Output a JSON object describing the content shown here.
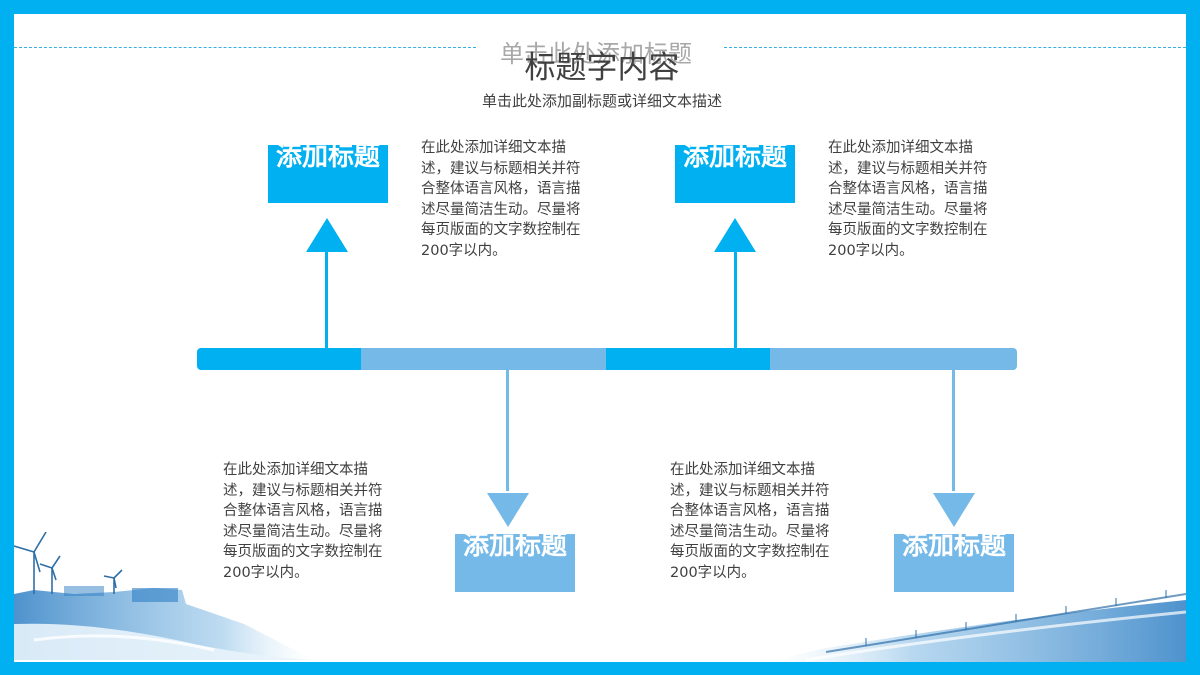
{
  "header": {
    "ghost_title": "单击此处添加标题",
    "title": "标题字内容",
    "subtitle": "单击此处添加副标题或详细文本描述"
  },
  "items": [
    {
      "box_label": "添加标题",
      "description": "在此处添加详细文本描述，建议与标题相关并符合整体语言风格，语言描述尽量简洁生动。尽量将每页版面的文字数控制在200字以内。"
    },
    {
      "box_label": "添加标题",
      "description": "在此处添加详细文本描述，建议与标题相关并符合整体语言风格，语言描述尽量简洁生动。尽量将每页版面的文字数控制在200字以内。"
    },
    {
      "box_label": "添加标题",
      "description": "在此处添加详细文本描述，建议与标题相关并符合整体语言风格，语言描述尽量简洁生动。尽量将每页版面的文字数控制在200字以内。"
    },
    {
      "box_label": "添加标题",
      "description": "在此处添加详细文本描述，建议与标题相关并符合整体语言风格，语言描述尽量简洁生动。尽量将每页版面的文字数控制在200字以内。"
    }
  ],
  "colors": {
    "frame": "#00b0f0",
    "accent_dark": "#00b0f0",
    "accent_light": "#74b9e7",
    "text": "#404040"
  },
  "icons": [
    "arrow-up-icon",
    "arrow-down-icon",
    "wind-turbine-icon"
  ]
}
